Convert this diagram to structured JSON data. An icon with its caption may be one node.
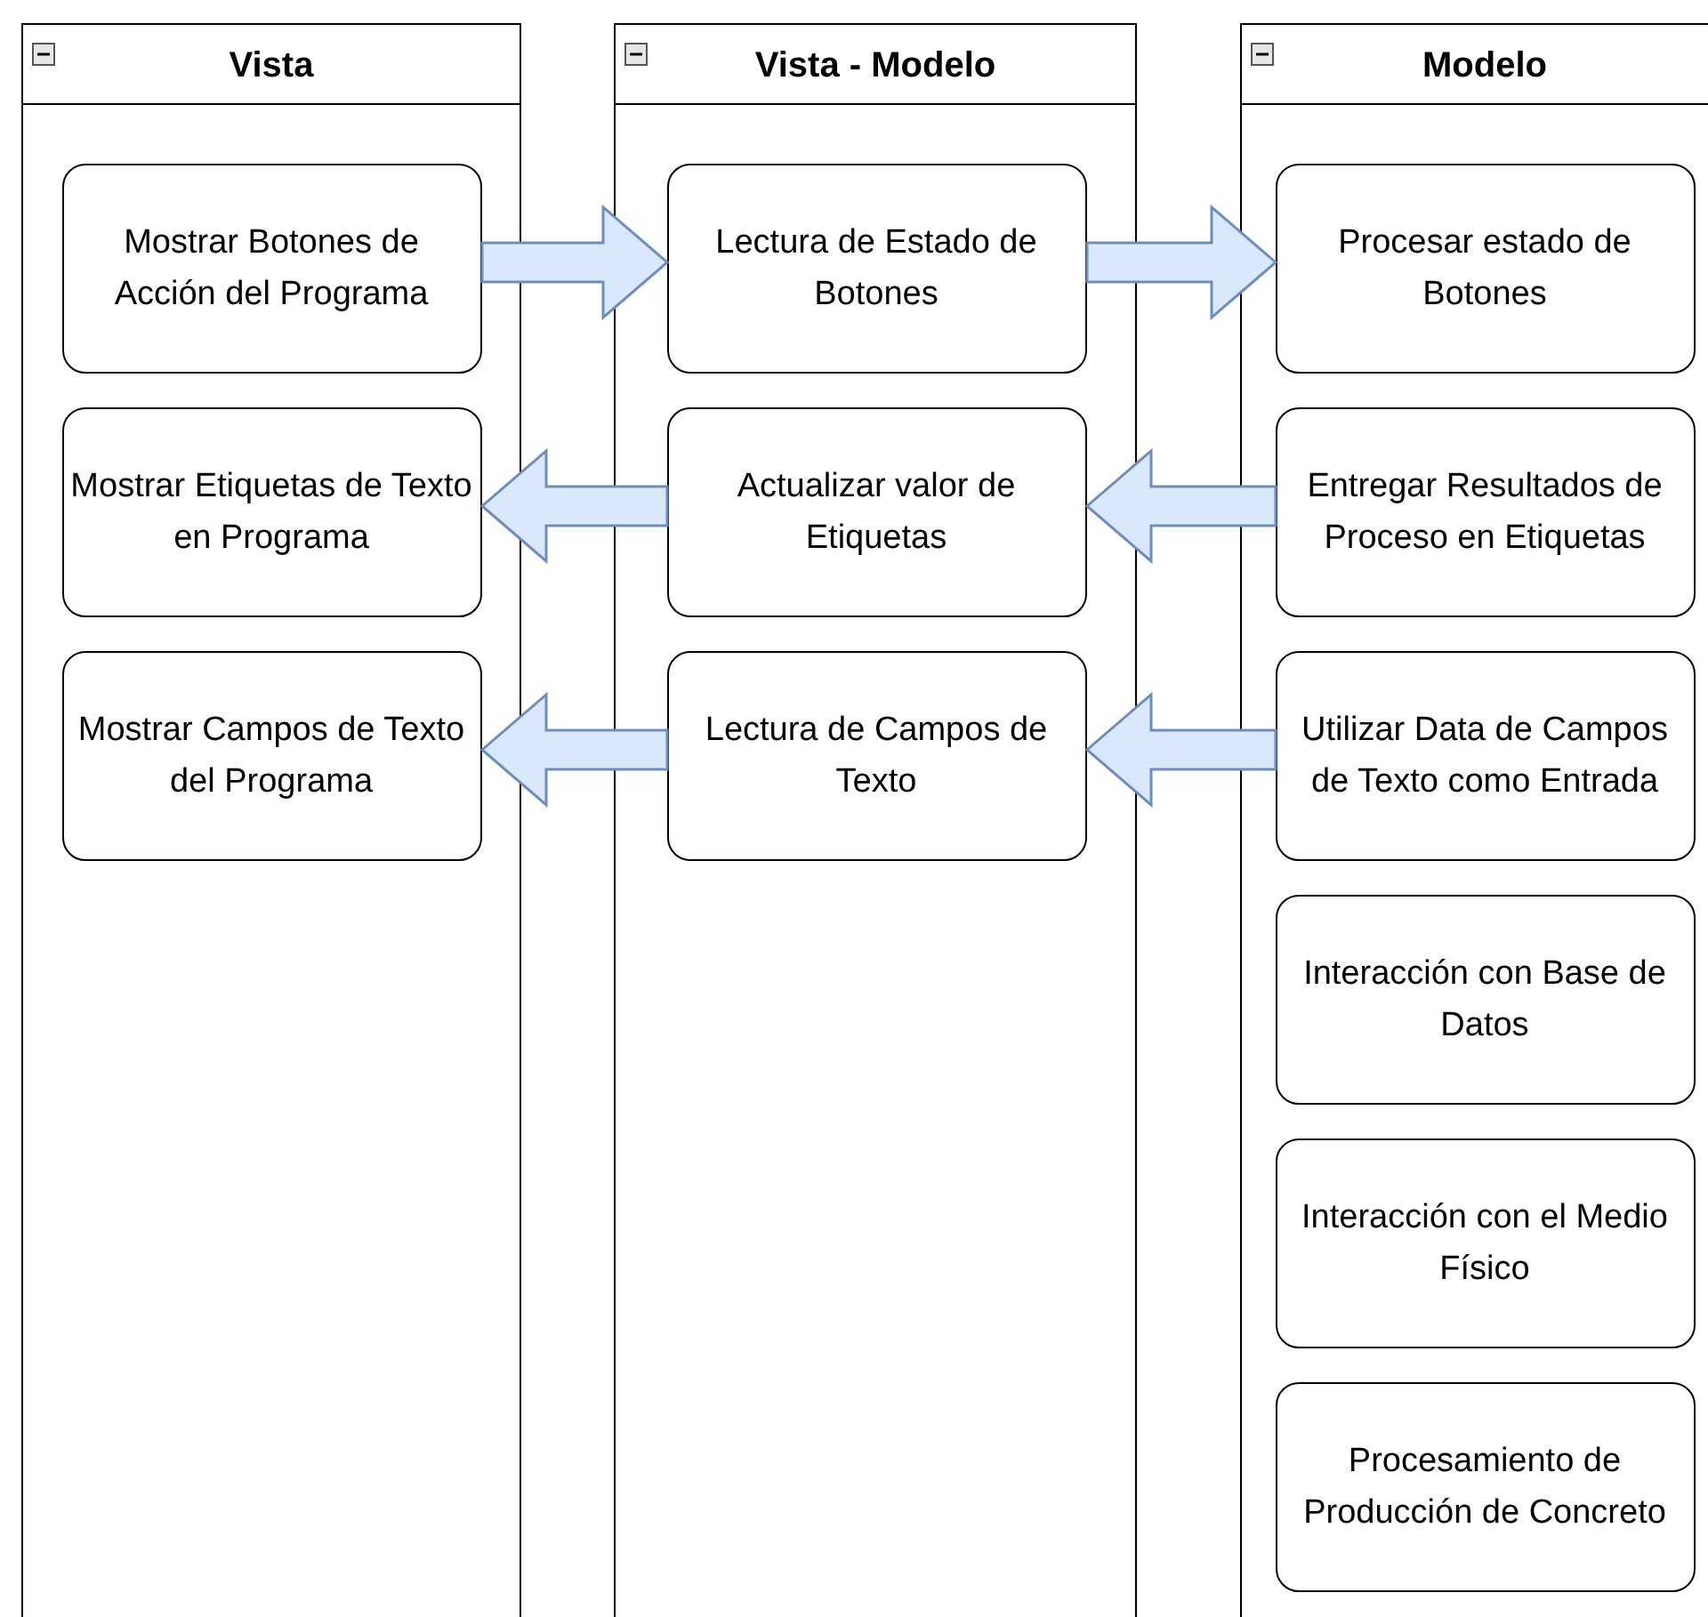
{
  "diagram": {
    "nodes": [
      {
        "text": [
          "Vista"
        ]
      },
      {
        "text": [
          "Mostrar Botones de Acción del Programa"
        ],
        "in": 0
      },
      {
        "text": [
          "Mostrar Etiquetas de Texto en Programa"
        ],
        "in": 0
      },
      {
        "text": [
          "Mostrar Campos de Texto del Programa"
        ],
        "in": 0
      },
      {
        "text": [
          "Vista - Modelo"
        ]
      },
      {
        "text": [
          "Lectura de Estado de Botones"
        ],
        "in": 4
      },
      {
        "text": [
          "Actualizar valor de Etiquetas"
        ],
        "in": 4
      },
      {
        "text": [
          "Lectura de Campos de Texto"
        ],
        "in": 4
      },
      {
        "text": [
          "Modelo"
        ]
      },
      {
        "text": [
          "Procesar estado de Botones"
        ],
        "in": 8
      },
      {
        "text": [
          "Entregar Resultados de Proceso en Etiquetas"
        ],
        "in": 8
      },
      {
        "text": [
          "Utilizar Data de Campos de Texto como Entrada"
        ],
        "in": 8
      },
      {
        "text": [
          "Interacción con Base de Datos"
        ],
        "in": 8
      },
      {
        "text": [
          "Interacción con el Medio Físico"
        ],
        "in": 8
      },
      {
        "text": [
          "Procesamiento de Producción de Concreto"
        ],
        "in": 8
      }
    ],
    "edges": [
      {
        "from": 1,
        "to": 5,
        "arrow": "to"
      },
      {
        "from": 5,
        "to": 9,
        "arrow": "to"
      },
      {
        "from": 10,
        "to": 6,
        "arrow": "to"
      },
      {
        "from": 6,
        "to": 2,
        "arrow": "to"
      },
      {
        "from": 11,
        "to": 7,
        "arrow": "to"
      },
      {
        "from": 7,
        "to": 3,
        "arrow": "to"
      }
    ]
  }
}
